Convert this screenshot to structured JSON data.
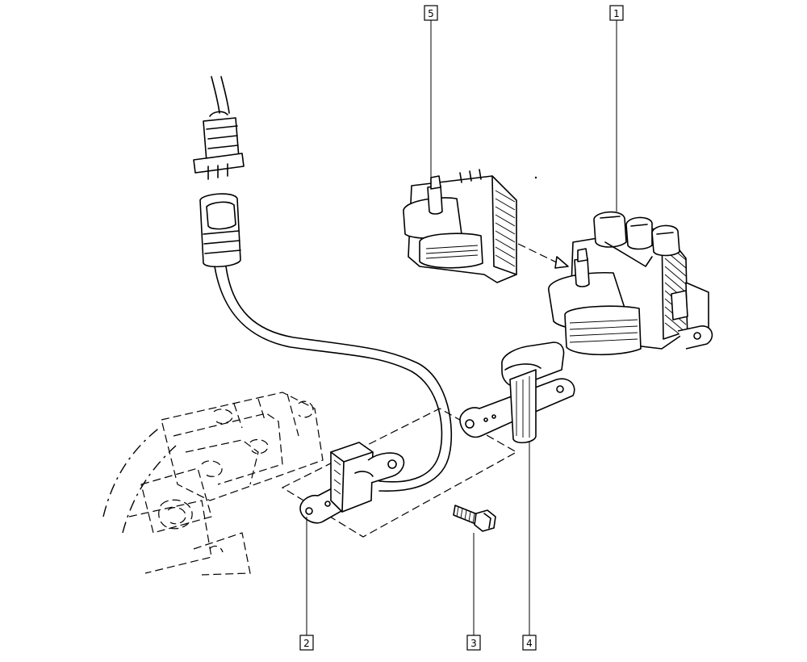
{
  "callouts": [
    {
      "id": "callout-1",
      "label": "1"
    },
    {
      "id": "callout-2",
      "label": "2"
    },
    {
      "id": "callout-3",
      "label": "3"
    },
    {
      "id": "callout-4",
      "label": "4"
    },
    {
      "id": "callout-5",
      "label": "5"
    }
  ]
}
